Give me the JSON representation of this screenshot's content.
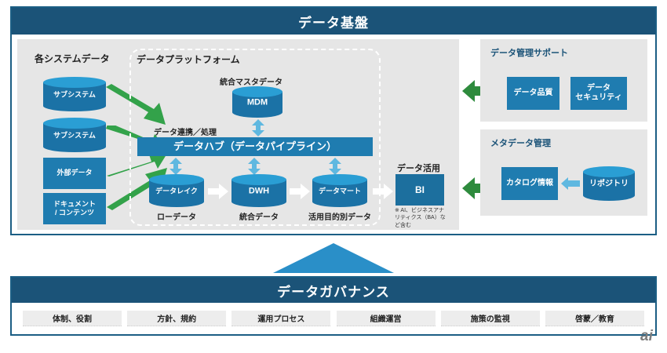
{
  "top_panel": {
    "title": "データ基盤",
    "left_zone": {
      "title": "各システムデータ",
      "sources": [
        {
          "label": "サブシステム",
          "shape": "cylinder"
        },
        {
          "label": "サブシステム",
          "shape": "cylinder"
        },
        {
          "label": "外部データ",
          "shape": "box"
        },
        {
          "label": "ドキュメント\n/ コンテンツ",
          "shape": "box"
        }
      ]
    },
    "platform": {
      "title": "データプラットフォーム",
      "master": {
        "caption": "統合マスタデータ",
        "label": "MDM"
      },
      "hub": {
        "caption": "データ連携／処理",
        "label": "データハブ（データパイプライン）"
      },
      "stores": [
        {
          "label": "データレイク",
          "caption": "ローデータ"
        },
        {
          "label": "DWH",
          "caption": "統合データ"
        },
        {
          "label": "データマート",
          "caption": "活用目的別データ"
        }
      ]
    },
    "utilization": {
      "title": "データ活用",
      "label": "BI",
      "note": "※ AI、ビジネスアナリティクス（BA）など含む"
    },
    "support_zone": {
      "title": "データ管理サポート",
      "items": [
        "データ品質",
        "データ\nセキュリティ"
      ]
    },
    "metadata_zone": {
      "title": "メタデータ管理",
      "catalog": "カタログ情報",
      "repository": "リポジトリ"
    }
  },
  "bottom_panel": {
    "title": "データガバナンス",
    "items": [
      "体制、役割",
      "方針、規約",
      "運用プロセス",
      "組織運営",
      "施策の監視",
      "啓蒙／教育"
    ]
  },
  "logo": {
    "text": "ai"
  },
  "colors": {
    "header_navy": "#1b5378",
    "panel_border": "#1b5e84",
    "blue_box": "#1f7cb0",
    "cyl_top": "#2a9ed4",
    "cyl_body": "#1b72a6",
    "green_arrow": "#33a24a",
    "light_blue_arrow": "#5fb8e0",
    "zone_grey": "#e6e6e6",
    "gov_item_grey": "#ededed"
  }
}
